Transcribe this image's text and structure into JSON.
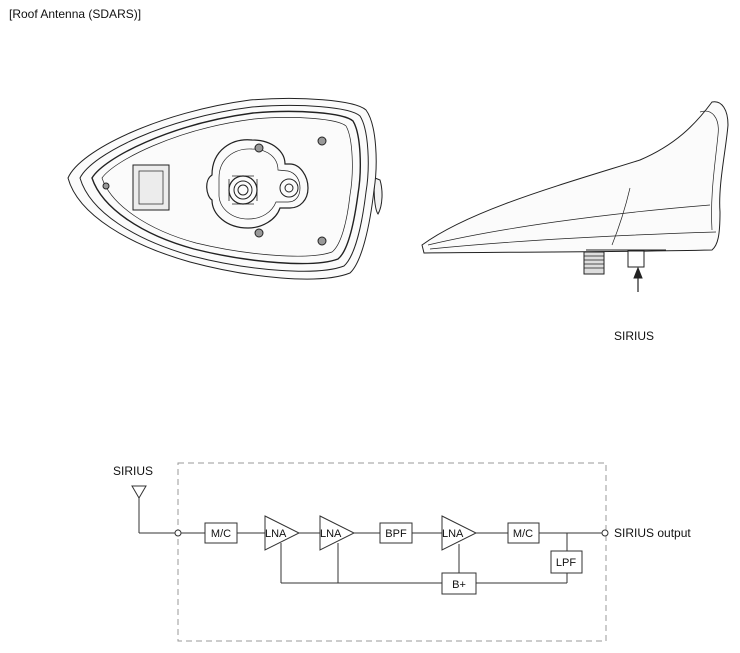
{
  "title": "[Roof Antenna (SDARS)]",
  "labels": {
    "sirius_side": "SIRIUS",
    "sirius_input": "SIRIUS",
    "sirius_output": "SIRIUS output"
  },
  "blocks": {
    "mc1": "M/C",
    "lna1": "LNA",
    "lna2": "LNA",
    "bpf": "BPF",
    "lna3": "LNA",
    "mc2": "M/C",
    "lpf": "LPF",
    "bplus": "B+"
  }
}
